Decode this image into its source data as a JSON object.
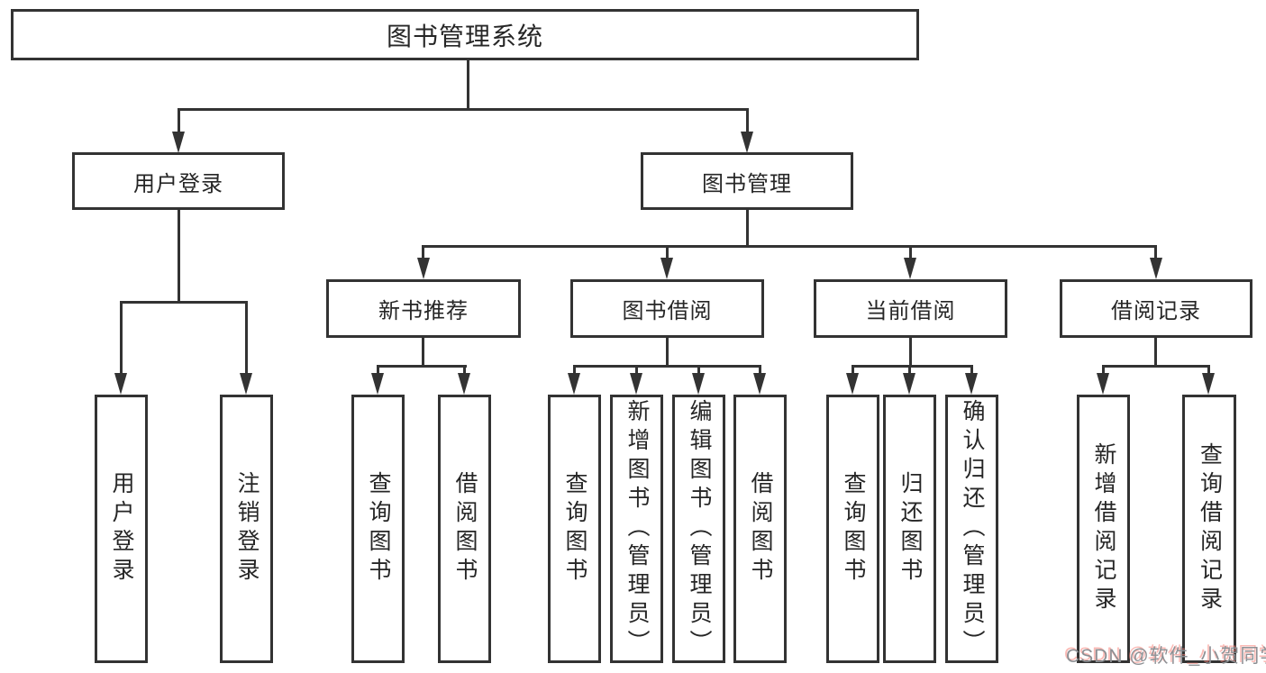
{
  "diagram_title": "图书管理系统",
  "colors": {
    "line": "#333333",
    "text": "#262626",
    "background": "#ffffff",
    "watermark_text": "#8d9094",
    "watermark_shadow": "#f88278"
  },
  "nodes": {
    "root": "图书管理系统",
    "level2": {
      "user_login": "用户登录",
      "book_mgmt": "图书管理"
    },
    "level3": {
      "new_book_rec": "新书推荐",
      "book_borrow": "图书借阅",
      "current_borrow": "当前借阅",
      "borrow_records": "借阅记录"
    },
    "leaves": {
      "user_login": "用户登录",
      "logout": "注销登录",
      "rec_query_book": "查询图书",
      "rec_borrow_book": "借阅图书",
      "bb_query_book": "查询图书",
      "bb_add_book": "新增图书（管理员）",
      "bb_edit_book": "编辑图书（管理员）",
      "bb_borrow_book": "借阅图书",
      "cb_query_book": "查询图书",
      "cb_return_book": "归还图书",
      "cb_confirm_return": "确认归还（管理员）",
      "br_add_record": "新增借阅记录",
      "br_query_record": "查询借阅记录"
    }
  },
  "watermark": "CSDN @软件_小贺同学"
}
